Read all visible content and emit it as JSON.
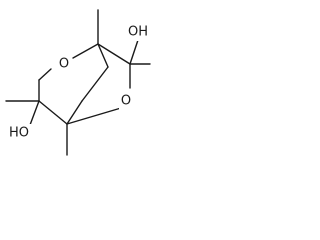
{
  "structure": {
    "atoms": {
      "hydroxyl_top_right": "OH",
      "ring_oxygen_left": "O",
      "ring_oxygen_right": "O",
      "hydroxyl_bottom_left": "HO"
    }
  },
  "colors": {
    "bond": "#1a1a1a",
    "text": "#1a1a1a",
    "background": "#ffffff"
  }
}
